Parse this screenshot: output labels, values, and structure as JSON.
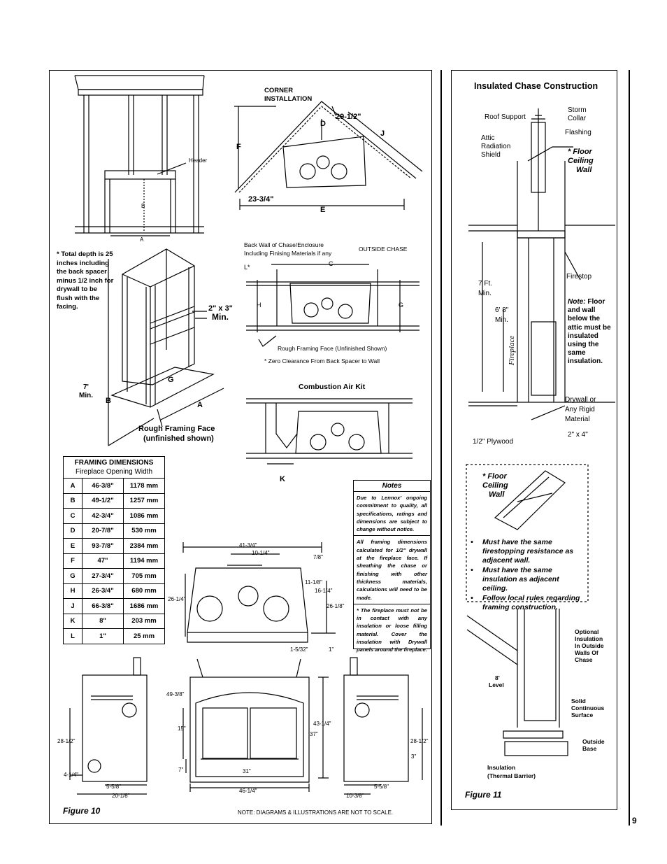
{
  "figure10": {
    "label": "Figure 10",
    "header_label": "Header",
    "dim_b_small": "B",
    "dim_a_small": "A",
    "depth_note": "* Total depth is 25 inches including the back spacer minus 1/2 inch for drywall to be flush with the facing.",
    "frame_2x3": "2\" x 3\"",
    "frame_min": "Min.",
    "height_7": "7'",
    "height_min": "Min.",
    "dim_g": "G",
    "dim_b": "B",
    "dim_a": "A",
    "rough_face": "Rough Framing Face",
    "rough_face_sub": "(unfinished shown)",
    "corner_title": "CORNER",
    "corner_title2": "INSTALLATION",
    "corner_d": "D",
    "corner_2912": "29-1/2\"",
    "corner_j": "J",
    "corner_f": "F",
    "corner_2334": "23-3/4\"",
    "corner_e": "E",
    "back_wall": "Back Wall of Chase/Enclosure",
    "back_wall2": "Including Finising Materials if any",
    "outside_chase": "OUTSIDE CHASE",
    "dim_l": "L*",
    "dim_c": "C",
    "dim_h": "H",
    "dim_g2": "G",
    "rough_face2": "Rough Framing Face (Unfinished Shown)",
    "zero_clearance": "* Zero Clearance From Back Spacer to Wall",
    "combustion": "Combustion Air Kit",
    "dim_k": "K",
    "framing_title": "FRAMING DIMENSIONS",
    "framing_sub": "Fireplace Opening Width",
    "framing_rows": [
      {
        "k": "A",
        "in": "46-3/8\"",
        "mm": "1178 mm"
      },
      {
        "k": "B",
        "in": "49-1/2\"",
        "mm": "1257 mm"
      },
      {
        "k": "C",
        "in": "42-3/4\"",
        "mm": "1086 mm"
      },
      {
        "k": "D",
        "in": "20-7/8\"",
        "mm": "530 mm"
      },
      {
        "k": "E",
        "in": "93-7/8\"",
        "mm": "2384 mm"
      },
      {
        "k": "F",
        "in": "47\"",
        "mm": "1194 mm"
      },
      {
        "k": "G",
        "in": "27-3/4\"",
        "mm": "705 mm"
      },
      {
        "k": "H",
        "in": "26-3/4\"",
        "mm": "680 mm"
      },
      {
        "k": "J",
        "in": "66-3/8\"",
        "mm": "1686 mm"
      },
      {
        "k": "K",
        "in": "8\"",
        "mm": "203 mm"
      },
      {
        "k": "L",
        "in": "1\"",
        "mm": "25 mm"
      }
    ],
    "notes_title": "Notes",
    "note1": "Due to Lennox' ongoing commitment to quality, all specifications, ratings and dimensions are subject to change without notice.",
    "note2": "All framing dimensions calculated for 1/2\" drywall at the fireplace face. If sheathing the chase or finishing with other thickness materials, calculations will need to be made.",
    "note3": "* The fireplace must not be in contact with any insulation or loose filling material. Cover the insulation with Drywall panels around the fireplace.",
    "top_dims": [
      "41-3/4\"",
      "10-1/4\"",
      "7/8\"",
      "11-1/8\"",
      "16-1/4\"",
      "26-1/4\"",
      "26-1/8\"",
      "1-5/32\"",
      "1\""
    ],
    "front_dims": [
      "49-3/8\"",
      "15\"",
      "7\"",
      "31\"",
      "43-1/4\"",
      "37\"",
      "46-1/4\""
    ],
    "left_dims": [
      "28-1/2\"",
      "4-1/4\"",
      "5-5/8\"",
      "20-1/8\""
    ],
    "right_dims": [
      "28-1/2\"",
      "3\"",
      "5-5/8\"",
      "10-3/8\""
    ],
    "scale_note": "NOTE: DIAGRAMS & ILLUSTRATIONS ARE NOT TO SCALE."
  },
  "figure11": {
    "title": "Insulated Chase Construction",
    "label": "Figure 11",
    "roof_support": "Roof Support",
    "storm_collar": "Storm",
    "storm_collar2": "Collar",
    "flashing": "Flashing",
    "attic1": "Attic",
    "attic2": "Radiation",
    "attic3": "Shield",
    "floor_note": "* Floor",
    "ceiling": "Ceiling",
    "wall": "Wall",
    "firestop": "Firestop",
    "ft7": "7 Ft.",
    "ft7min": "Min.",
    "h68": "6' 8\"",
    "h68min": "Min.",
    "fireplace": "Fireplace",
    "note_label": "Note:",
    "note_text": "Floor and wall below the attic must be insulated using the same insulation.",
    "drywall": "Drywall or",
    "drywall2": "Any Rigid",
    "drywall3": "Material",
    "plywood": "1/2\" Plywood",
    "two_by_four": "2\" x 4\"",
    "bullets": [
      "Must have the same firestopping resistance as adjacent wall.",
      "Must have the same insulation as adjacent ceiling.",
      "Follow local rules regarding framing construction."
    ],
    "level8": "8'",
    "level": "Level",
    "opt_ins": [
      "Optional",
      "Insulation",
      "In Outside",
      "Walls Of",
      "Chase"
    ],
    "solid": [
      "Solid",
      "Continuous",
      "Surface"
    ],
    "outside_base": [
      "Outside",
      "Base"
    ],
    "insulation": "Insulation",
    "thermal": "(Thermal Barrier)"
  },
  "page_number": "9"
}
